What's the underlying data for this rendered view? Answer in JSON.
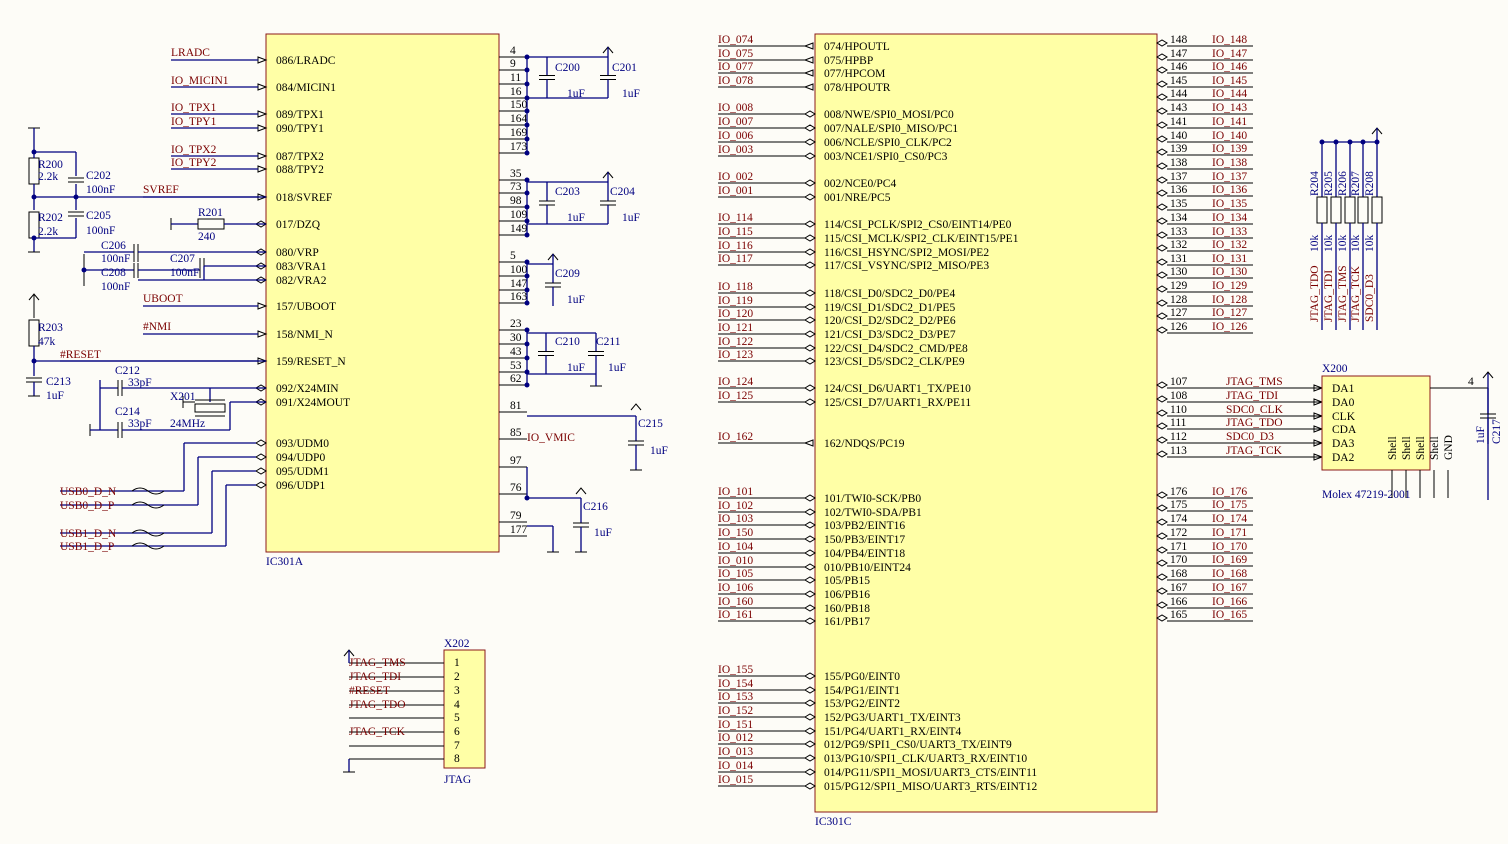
{
  "ic301a": {
    "ref": "IC301A",
    "left_pins": [
      {
        "label": "086/LRADC",
        "net": "LRADC"
      },
      {
        "label": "084/MICIN1",
        "net": "IO_MICIN1"
      },
      {
        "label": "089/TPX1",
        "net": "IO_TPX1"
      },
      {
        "label": "090/TPY1",
        "net": "IO_TPY1"
      },
      {
        "label": "087/TPX2",
        "net": "IO_TPX2"
      },
      {
        "label": "088/TPY2",
        "net": "IO_TPY2"
      },
      {
        "label": "018/SVREF",
        "net": "SVREF"
      },
      {
        "label": "017/DZQ",
        "net": ""
      },
      {
        "label": "080/VRP",
        "net": ""
      },
      {
        "label": "083/VRA1",
        "net": ""
      },
      {
        "label": "082/VRA2",
        "net": ""
      },
      {
        "label": "157/UBOOT",
        "net": "UBOOT"
      },
      {
        "label": "158/NMI_N",
        "net": "#NMI"
      },
      {
        "label": "159/RESET_N",
        "net": "#RESET"
      },
      {
        "label": "092/X24MIN",
        "net": ""
      },
      {
        "label": "091/X24MOUT",
        "net": ""
      },
      {
        "label": "093/UDM0",
        "net": ""
      },
      {
        "label": "094/UDP0",
        "net": ""
      },
      {
        "label": "095/UDM1",
        "net": ""
      },
      {
        "label": "096/UDP1",
        "net": ""
      }
    ],
    "right_pins": [
      "4",
      "9",
      "11",
      "16",
      "150",
      "164",
      "169",
      "173",
      "35",
      "73",
      "98",
      "109",
      "149",
      "5",
      "100",
      "147",
      "163",
      "23",
      "30",
      "43",
      "53",
      "62",
      "81",
      "85",
      "97",
      "76",
      "79",
      "177"
    ],
    "io_vmic": "IO_VMIC"
  },
  "ic301c": {
    "ref": "IC301C",
    "left_pins": [
      {
        "net": "IO_074",
        "label": "074/HPOUTL"
      },
      {
        "net": "IO_075",
        "label": "075/HPBP"
      },
      {
        "net": "IO_077",
        "label": "077/HPCOM"
      },
      {
        "net": "IO_078",
        "label": "078/HPOUTR"
      },
      {
        "net": "IO_008",
        "label": "008/NWE/SPI0_MOSI/PC0"
      },
      {
        "net": "IO_007",
        "label": "007/NALE/SPI0_MISO/PC1"
      },
      {
        "net": "IO_006",
        "label": "006/NCLE/SPI0_CLK/PC2"
      },
      {
        "net": "IO_003",
        "label": "003/NCE1/SPI0_CS0/PC3"
      },
      {
        "net": "IO_002",
        "label": "002/NCE0/PC4"
      },
      {
        "net": "IO_001",
        "label": "001/NRE/PC5"
      },
      {
        "net": "IO_114",
        "label": "114/CSI_PCLK/SPI2_CS0/EINT14/PE0"
      },
      {
        "net": "IO_115",
        "label": "115/CSI_MCLK/SPI2_CLK/EINT15/PE1"
      },
      {
        "net": "IO_116",
        "label": "116/CSI_HSYNC/SPI2_MOSI/PE2"
      },
      {
        "net": "IO_117",
        "label": "117/CSI_VSYNC/SPI2_MISO/PE3"
      },
      {
        "net": "IO_118",
        "label": "118/CSI_D0/SDC2_D0/PE4"
      },
      {
        "net": "IO_119",
        "label": "119/CSI_D1/SDC2_D1/PE5"
      },
      {
        "net": "IO_120",
        "label": "120/CSI_D2/SDC2_D2/PE6"
      },
      {
        "net": "IO_121",
        "label": "121/CSI_D3/SDC2_D3/PE7"
      },
      {
        "net": "IO_122",
        "label": "122/CSI_D4/SDC2_CMD/PE8"
      },
      {
        "net": "IO_123",
        "label": "123/CSI_D5/SDC2_CLK/PE9"
      },
      {
        "net": "IO_124",
        "label": "124/CSI_D6/UART1_TX/PE10"
      },
      {
        "net": "IO_125",
        "label": "125/CSI_D7/UART1_RX/PE11"
      },
      {
        "net": "IO_162",
        "label": "162/NDQS/PC19"
      },
      {
        "net": "IO_101",
        "label": "101/TWI0-SCK/PB0"
      },
      {
        "net": "IO_102",
        "label": "102/TWI0-SDA/PB1"
      },
      {
        "net": "IO_103",
        "label": "103/PB2/EINT16"
      },
      {
        "net": "IO_150",
        "label": "150/PB3/EINT17"
      },
      {
        "net": "IO_104",
        "label": "104/PB4/EINT18"
      },
      {
        "net": "IO_010",
        "label": "010/PB10/EINT24"
      },
      {
        "net": "IO_105",
        "label": "105/PB15"
      },
      {
        "net": "IO_106",
        "label": "106/PB16"
      },
      {
        "net": "IO_160",
        "label": "160/PB18"
      },
      {
        "net": "IO_161",
        "label": "161/PB17"
      },
      {
        "net": "IO_155",
        "label": "155/PG0/EINT0"
      },
      {
        "net": "IO_154",
        "label": "154/PG1/EINT1"
      },
      {
        "net": "IO_153",
        "label": "153/PG2/EINT2"
      },
      {
        "net": "IO_152",
        "label": "152/PG3/UART1_TX/EINT3"
      },
      {
        "net": "IO_151",
        "label": "151/PG4/UART1_RX/EINT4"
      },
      {
        "net": "IO_012",
        "label": "012/PG9/SPI1_CS0/UART3_TX/EINT9"
      },
      {
        "net": "IO_013",
        "label": "013/PG10/SPI1_CLK/UART3_RX/EINT10"
      },
      {
        "net": "IO_014",
        "label": "014/PG11/SPI1_MOSI/UART3_CTS/EINT11"
      },
      {
        "net": "IO_015",
        "label": "015/PG12/SPI1_MISO/UART3_RTS/EINT12"
      }
    ],
    "right_pins": [
      {
        "num": "148",
        "net": "IO_148"
      },
      {
        "num": "147",
        "net": "IO_147"
      },
      {
        "num": "146",
        "net": "IO_146"
      },
      {
        "num": "145",
        "net": "IO_145"
      },
      {
        "num": "144",
        "net": "IO_144"
      },
      {
        "num": "143",
        "net": "IO_143"
      },
      {
        "num": "141",
        "net": "IO_141"
      },
      {
        "num": "140",
        "net": "IO_140"
      },
      {
        "num": "139",
        "net": "IO_139"
      },
      {
        "num": "138",
        "net": "IO_138"
      },
      {
        "num": "137",
        "net": "IO_137"
      },
      {
        "num": "136",
        "net": "IO_136"
      },
      {
        "num": "135",
        "net": "IO_135"
      },
      {
        "num": "134",
        "net": "IO_134"
      },
      {
        "num": "133",
        "net": "IO_133"
      },
      {
        "num": "132",
        "net": "IO_132"
      },
      {
        "num": "131",
        "net": "IO_131"
      },
      {
        "num": "130",
        "net": "IO_130"
      },
      {
        "num": "129",
        "net": "IO_129"
      },
      {
        "num": "128",
        "net": "IO_128"
      },
      {
        "num": "127",
        "net": "IO_127"
      },
      {
        "num": "126",
        "net": "IO_126"
      },
      {
        "num": "107",
        "net": "JTAG_TMS"
      },
      {
        "num": "108",
        "net": "JTAG_TDI"
      },
      {
        "num": "110",
        "net": "SDC0_CLK"
      },
      {
        "num": "111",
        "net": "JTAG_TDO"
      },
      {
        "num": "112",
        "net": "SDC0_D3"
      },
      {
        "num": "113",
        "net": "JTAG_TCK"
      },
      {
        "num": "176",
        "net": "IO_176"
      },
      {
        "num": "175",
        "net": "IO_175"
      },
      {
        "num": "174",
        "net": "IO_174"
      },
      {
        "num": "172",
        "net": "IO_171"
      },
      {
        "num": "171",
        "net": "IO_170"
      },
      {
        "num": "170",
        "net": "IO_169"
      },
      {
        "num": "168",
        "net": "IO_168"
      },
      {
        "num": "167",
        "net": "IO_167"
      },
      {
        "num": "166",
        "net": "IO_166"
      },
      {
        "num": "165",
        "net": "IO_165"
      }
    ]
  },
  "passives": {
    "R200": {
      "ref": "R200",
      "val": "2.2k"
    },
    "R202": {
      "ref": "R202",
      "val": "2.2k"
    },
    "R201": {
      "ref": "R201",
      "val": "240"
    },
    "R203": {
      "ref": "R203",
      "val": "47k"
    },
    "C202": {
      "ref": "C202",
      "val": "100nF"
    },
    "C205": {
      "ref": "C205",
      "val": "100nF"
    },
    "C206": {
      "ref": "C206",
      "val": "100nF"
    },
    "C207": {
      "ref": "C207",
      "val": "100nF"
    },
    "C208": {
      "ref": "C208",
      "val": "100nF"
    },
    "C212": {
      "ref": "C212",
      "val": "33pF"
    },
    "C214": {
      "ref": "C214",
      "val": "33pF"
    },
    "C213": {
      "ref": "C213",
      "val": "1uF"
    },
    "X201": {
      "ref": "X201",
      "val": "24MHz"
    },
    "C200": {
      "ref": "C200",
      "val": "1uF"
    },
    "C201": {
      "ref": "C201",
      "val": "1uF"
    },
    "C203": {
      "ref": "C203",
      "val": "1uF"
    },
    "C204": {
      "ref": "C204",
      "val": "1uF"
    },
    "C209": {
      "ref": "C209",
      "val": "1uF"
    },
    "C210": {
      "ref": "C210",
      "val": "1uF"
    },
    "C211": {
      "ref": "C211",
      "val": "1uF"
    },
    "C215": {
      "ref": "C215",
      "val": "1uF"
    },
    "C216": {
      "ref": "C216",
      "val": "1uF"
    },
    "C217": {
      "ref": "C217",
      "val": "1uF"
    }
  },
  "usb_nets": [
    "USB0_D_N",
    "USB0_D_P",
    "USB1_D_N",
    "USB1_D_P"
  ],
  "pullups": {
    "refs": [
      "R204",
      "R205",
      "R206",
      "R207",
      "R208"
    ],
    "value": "10k",
    "nets": [
      "JTAG_TDO",
      "JTAG_TDI",
      "JTAG_TMS",
      "JTAG_TCK",
      "SDC0_D3"
    ]
  },
  "x200": {
    "ref": "X200",
    "part": "Molex 47219-2001",
    "pins": [
      "DA1",
      "DA0",
      "CLK",
      "CDA",
      "DA3",
      "DA2"
    ],
    "shells": [
      "Shell",
      "Shell",
      "Shell",
      "Shell",
      "GND"
    ],
    "pin4": "4"
  },
  "x202": {
    "ref": "X202",
    "name": "JTAG",
    "pins": [
      "1",
      "2",
      "3",
      "4",
      "5",
      "6",
      "7",
      "8"
    ],
    "nets": [
      "JTAG_TMS",
      "JTAG_TDI",
      "#RESET",
      "JTAG_TDO",
      "",
      "JTAG_TCK",
      "",
      ""
    ]
  }
}
